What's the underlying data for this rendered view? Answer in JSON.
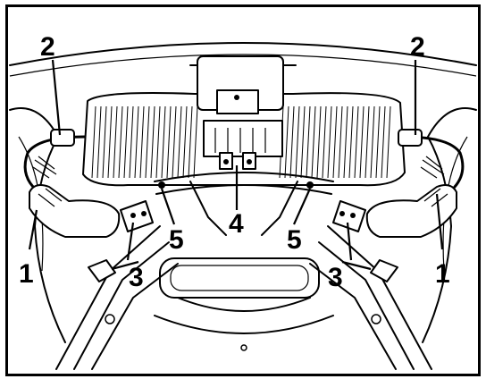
{
  "figure": {
    "callouts": [
      {
        "id": "left-1",
        "label": "1"
      },
      {
        "id": "right-1",
        "label": "1"
      },
      {
        "id": "left-2",
        "label": "2"
      },
      {
        "id": "right-2",
        "label": "2"
      },
      {
        "id": "left-3",
        "label": "3"
      },
      {
        "id": "right-3",
        "label": "3"
      },
      {
        "id": "center-4",
        "label": "4"
      },
      {
        "id": "left-5",
        "label": "5"
      },
      {
        "id": "right-5",
        "label": "5"
      }
    ]
  },
  "colors": {
    "line": "#000000",
    "background": "#ffffff"
  }
}
